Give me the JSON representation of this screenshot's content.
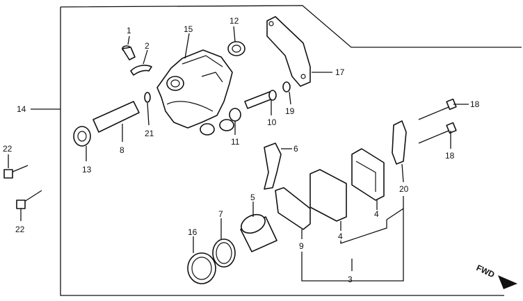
{
  "labels": {
    "p1": "1",
    "p2": "2",
    "p3": "3",
    "p4a": "4",
    "p4b": "4",
    "p5": "5",
    "p6": "6",
    "p7": "7",
    "p8": "8",
    "p9": "9",
    "p10": "10",
    "p11": "11",
    "p12": "12",
    "p13": "13",
    "p14": "14",
    "p15": "15",
    "p16": "16",
    "p17": "17",
    "p18a": "18",
    "p18b": "18",
    "p19": "19",
    "p20": "20",
    "p21": "21",
    "p22a": "22",
    "p22b": "22"
  },
  "direction": {
    "text": "FWD",
    "icon": "forward-arrow-icon"
  }
}
